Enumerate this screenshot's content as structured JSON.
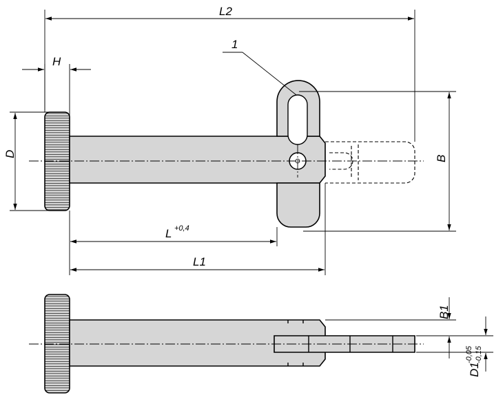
{
  "labels": {
    "l2": "L2",
    "h": "H",
    "d": "D",
    "item": "1",
    "b": "B",
    "l": "L",
    "l_tol": "+0,4",
    "l1": "L1",
    "b1": "B1",
    "d1": "D1",
    "d1_tol_upper": "-0,05",
    "d1_tol_lower": "-0,15"
  }
}
